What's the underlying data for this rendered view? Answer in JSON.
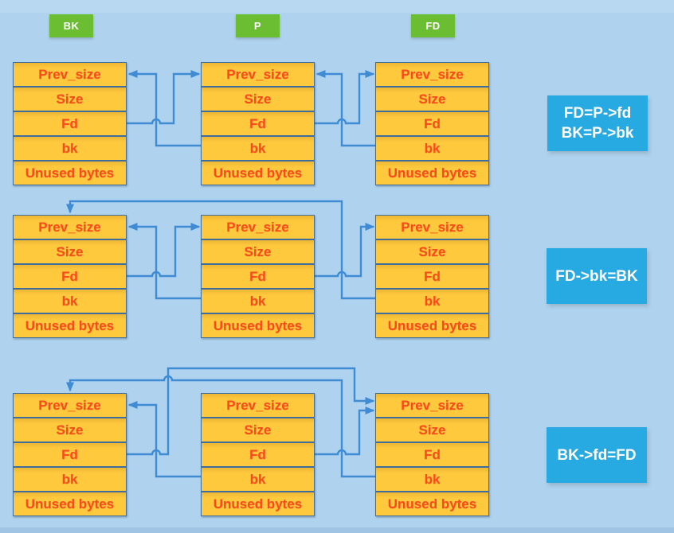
{
  "diagram": {
    "columns": [
      {
        "label": "BK"
      },
      {
        "label": "P"
      },
      {
        "label": "FD"
      }
    ],
    "field_labels": [
      "Prev_size",
      "Size",
      "Fd",
      "bk",
      "Unused bytes"
    ],
    "rules": [
      {
        "lines": [
          "FD=P->fd",
          "BK=P->bk"
        ]
      },
      {
        "lines": [
          "FD->bk=BK"
        ]
      },
      {
        "lines": [
          "BK->fd=FD"
        ]
      }
    ],
    "rows": [
      {
        "name": "step-1",
        "connections": [
          {
            "from": "BK.Fd",
            "to": "P"
          },
          {
            "from": "P.bk",
            "to": "BK"
          },
          {
            "from": "P.Fd",
            "to": "FD"
          },
          {
            "from": "FD.bk",
            "to": "P"
          }
        ]
      },
      {
        "name": "step-2",
        "connections": [
          {
            "from": "BK.Fd",
            "to": "P"
          },
          {
            "from": "P.bk",
            "to": "BK"
          },
          {
            "from": "P.Fd",
            "to": "FD"
          },
          {
            "from": "FD.bk",
            "to": "BK"
          }
        ]
      },
      {
        "name": "step-3",
        "connections": [
          {
            "from": "BK.Fd",
            "to": "FD"
          },
          {
            "from": "P.bk",
            "to": "BK"
          },
          {
            "from": "P.Fd",
            "to": "FD"
          },
          {
            "from": "FD.bk",
            "to": "BK"
          }
        ]
      }
    ],
    "colors": {
      "background": "#AFD2EE",
      "chunk_fill": "#FFC93E",
      "chunk_border": "#3E6D9E",
      "chunk_text": "#FB4A1C",
      "arrow": "#3F8CD5",
      "column_label_bg": "#6BBE31",
      "rule_bg": "#27A9E2",
      "label_text": "#FFFFFF"
    }
  }
}
